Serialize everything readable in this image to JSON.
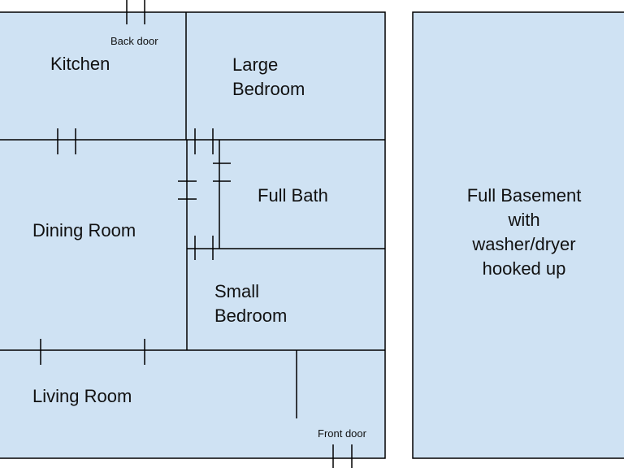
{
  "colors": {
    "room_fill": "#cfe2f3",
    "wall": "#000000",
    "text": "#111111"
  },
  "rooms": {
    "kitchen": "Kitchen",
    "large_bedroom": "Large\nBedroom",
    "full_bath": "Full Bath",
    "dining_room": "Dining Room",
    "small_bedroom": "Small\nBedroom",
    "living_room": "Living Room",
    "basement": "Full Basement\nwith\nwasher/dryer\nhooked up"
  },
  "doors": {
    "back_door": "Back door",
    "front_door": "Front door"
  }
}
